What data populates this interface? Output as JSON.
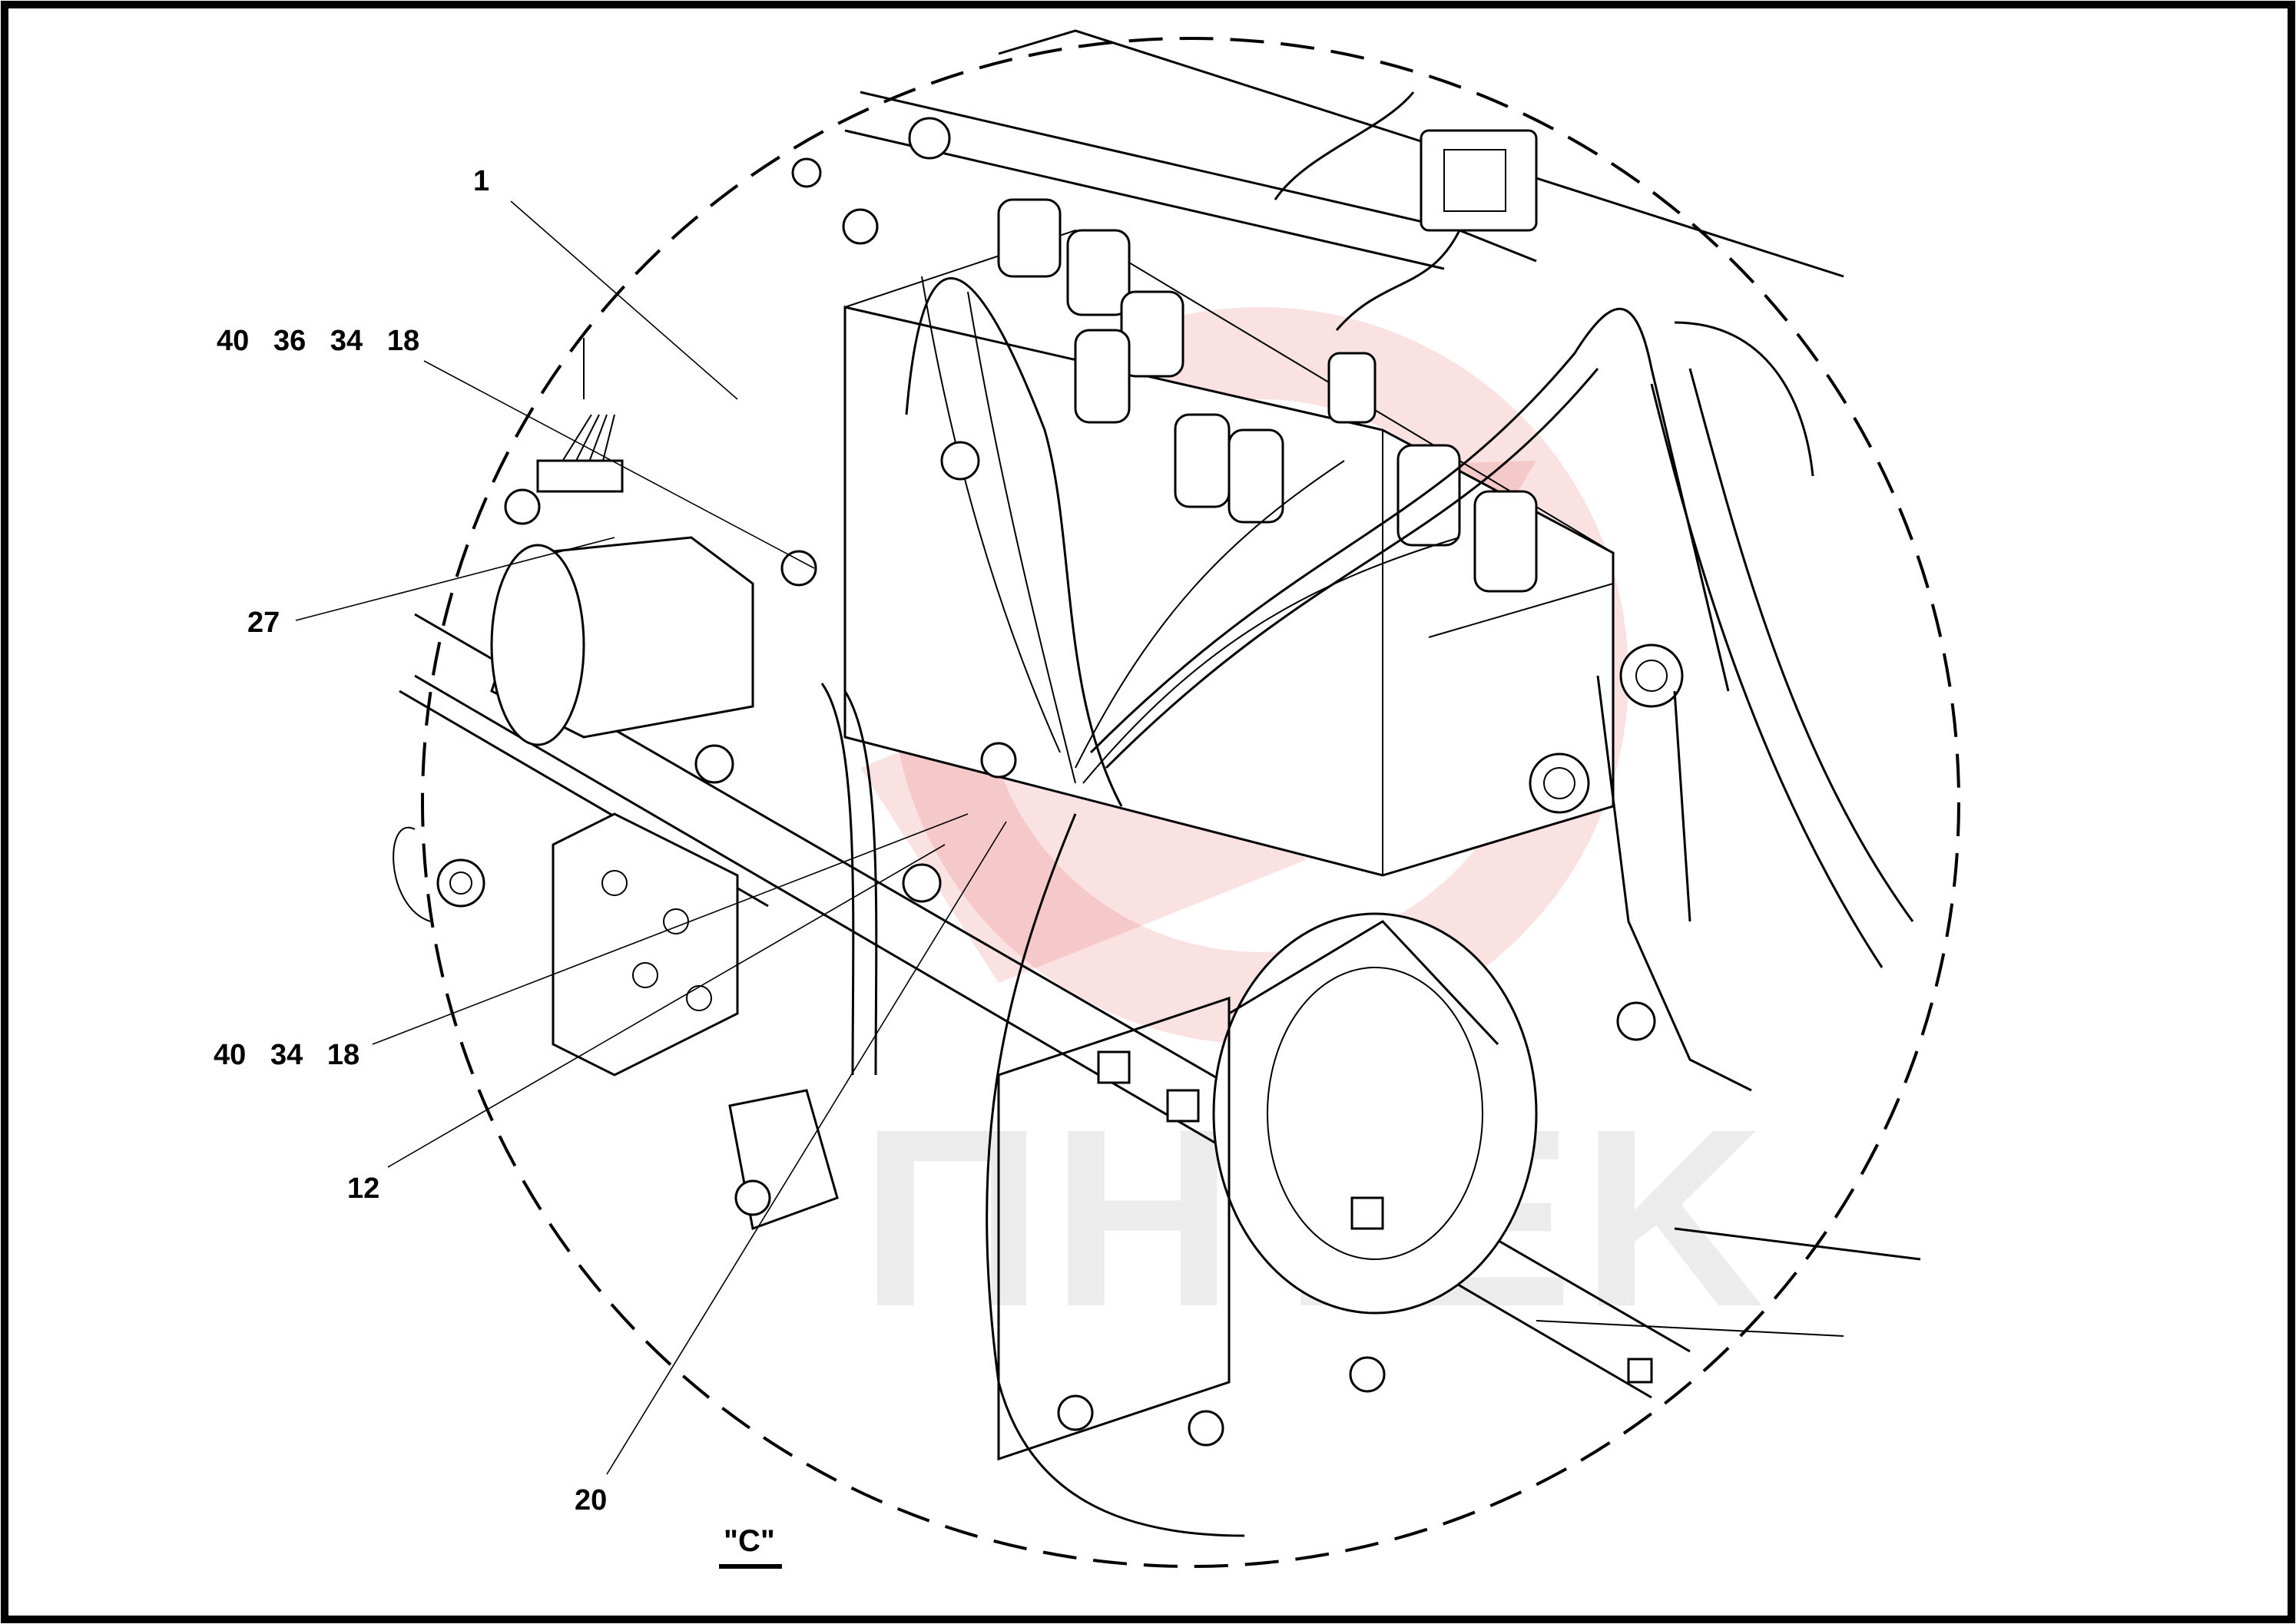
{
  "diagram": {
    "view_label": "\"C\"",
    "watermark_text": "ΠΗΤΕΚ",
    "callouts": [
      {
        "id": "c1",
        "text": "1"
      },
      {
        "id": "c2",
        "text": "40   36   34   18"
      },
      {
        "id": "c3",
        "text": "27"
      },
      {
        "id": "c4",
        "text": "40   34   18"
      },
      {
        "id": "c5",
        "text": "12"
      },
      {
        "id": "c6",
        "text": "20"
      }
    ]
  }
}
